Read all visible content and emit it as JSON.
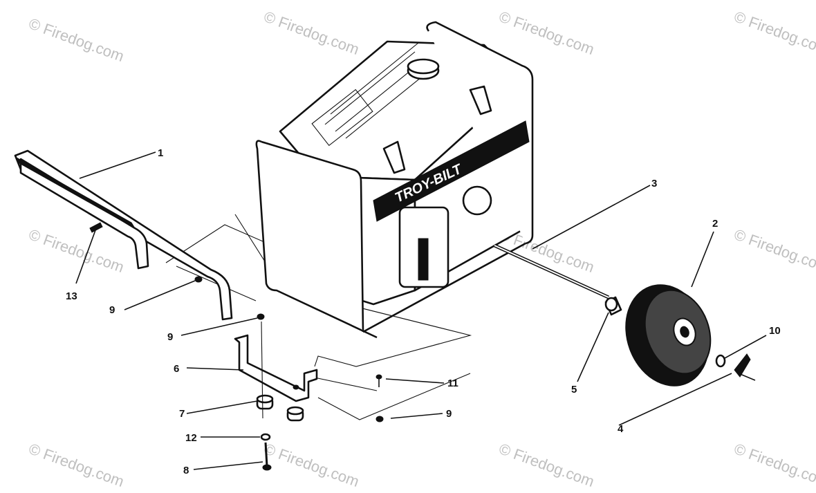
{
  "watermark": "© Firedog.com",
  "brand_logo": "TROY-BILT",
  "callouts": {
    "c1": "1",
    "c2": "2",
    "c3": "3",
    "c4": "4",
    "c5": "5",
    "c6": "6",
    "c7": "7",
    "c8": "8",
    "c9a": "9",
    "c9b": "9",
    "c9c": "9",
    "c10": "10",
    "c11": "11",
    "c12": "12",
    "c13": "13"
  },
  "icons": {
    "generator": "generator-assembly-icon",
    "handle": "handle-icon",
    "axle": "axle-icon",
    "wheel": "wheel-icon",
    "bracket": "mounting-bracket-icon"
  }
}
